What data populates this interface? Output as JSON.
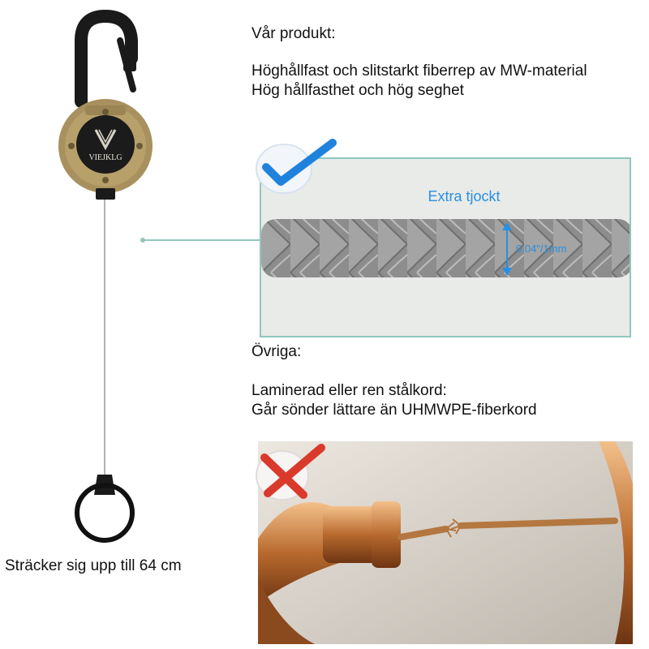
{
  "brand": {
    "logo_text": "VIEJKLG"
  },
  "product": {
    "heading": "Vår produkt:",
    "line1": "Höghållfast och slitstarkt fiberrep av MW-material",
    "line2": "Hög hållfasthet och hög seghet"
  },
  "rope_panel": {
    "title": "Extra tjockt",
    "dimension": "0.04\"/1mm",
    "badge_icon": "check-icon"
  },
  "other": {
    "heading": "Övriga:",
    "line1": "Laminerad eller ren stålkord:",
    "line2": "Går sönder lättare än UHMWPE-fiberkord",
    "badge_icon": "cross-icon"
  },
  "device": {
    "stretch_label": "Sträcker sig upp till 64 cm"
  },
  "colors": {
    "accent_blue": "#2a8fe0",
    "panel_border": "#8fc7bd",
    "cross_red": "#d93a2b",
    "brass": "#b59a62"
  }
}
